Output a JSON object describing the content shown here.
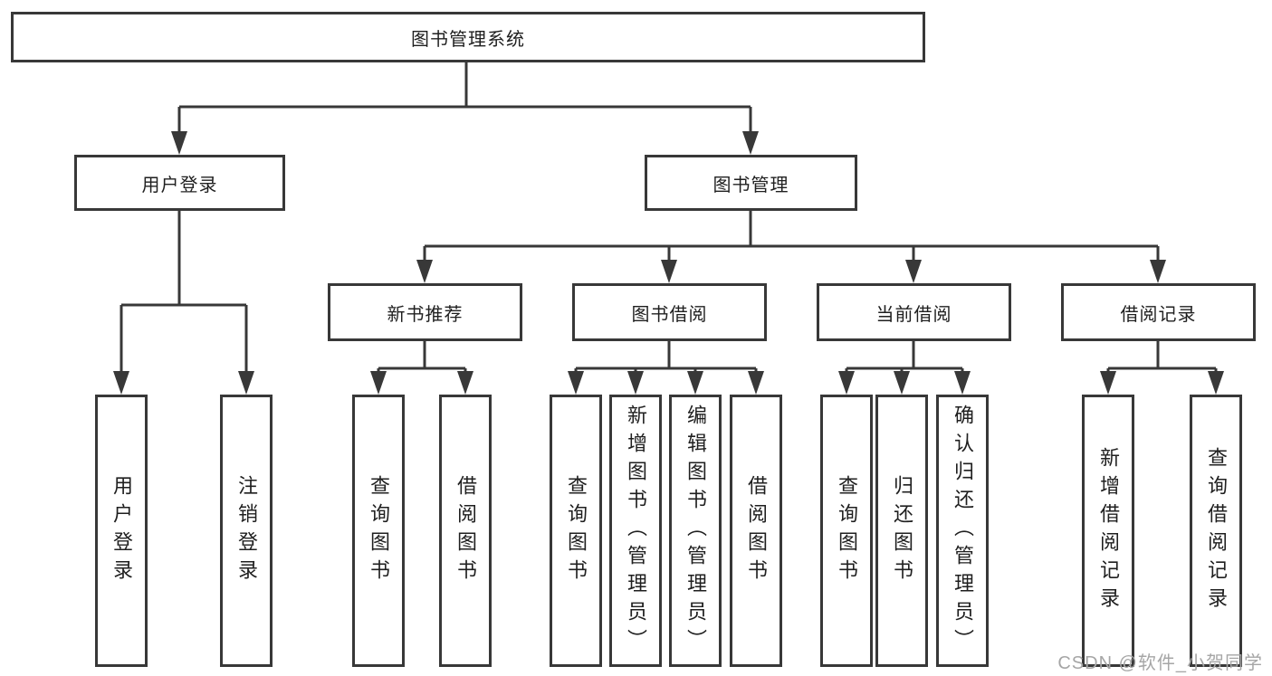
{
  "tree": {
    "label": "图书管理系统",
    "children": [
      {
        "label": "用户登录",
        "children": [
          {
            "label": "用户登录"
          },
          {
            "label": "注销登录"
          }
        ]
      },
      {
        "label": "图书管理",
        "children": [
          {
            "label": "新书推荐",
            "children": [
              {
                "label": "查询图书"
              },
              {
                "label": "借阅图书"
              }
            ]
          },
          {
            "label": "图书借阅",
            "children": [
              {
                "label": "查询图书"
              },
              {
                "label": "新增图书（管理员）"
              },
              {
                "label": "编辑图书（管理员）"
              },
              {
                "label": "借阅图书"
              }
            ]
          },
          {
            "label": "当前借阅",
            "children": [
              {
                "label": "查询图书"
              },
              {
                "label": "归还图书"
              },
              {
                "label": "确认归还（管理员）"
              }
            ]
          },
          {
            "label": "借阅记录",
            "children": [
              {
                "label": "新增借阅记录"
              },
              {
                "label": "查询借阅记录"
              }
            ]
          }
        ]
      }
    ]
  },
  "watermark": "CSDN @软件_小贺同学",
  "colors": {
    "line": "#383838",
    "text": "#1f1f1f",
    "background": "#ffffff",
    "watermark": "#a6a6a6"
  }
}
